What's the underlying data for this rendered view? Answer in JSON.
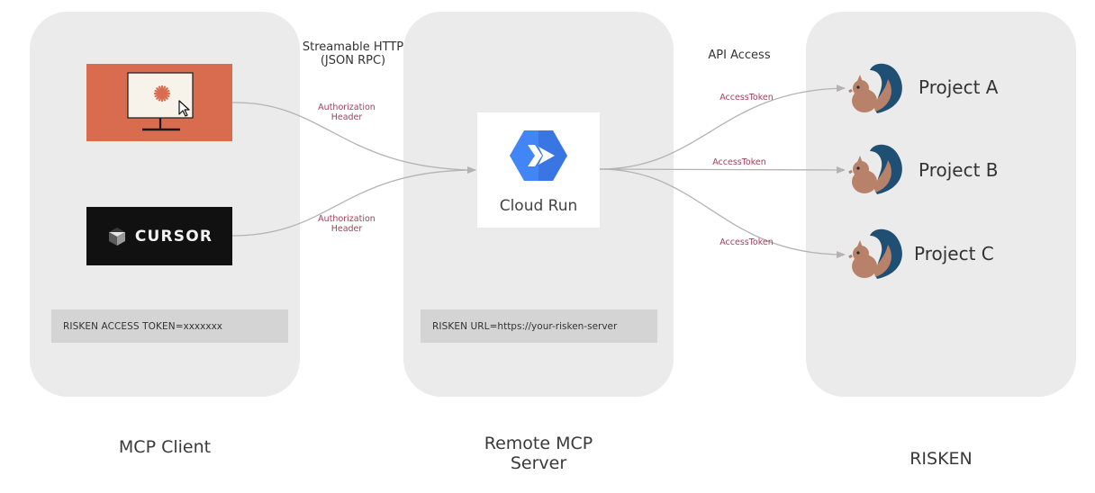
{
  "columns": {
    "client": {
      "caption": "MCP Client",
      "env": {
        "key": "RISKEN ACCESS TOKEN",
        "sep": "=",
        "value": "xxxxxxx"
      },
      "apps": [
        {
          "name": "Claude Desktop",
          "icon": "claude-desktop-icon"
        },
        {
          "name": "CURSOR",
          "icon": "cursor-logo-icon"
        }
      ]
    },
    "server": {
      "caption_line1": "Remote MCP",
      "caption_line2": "Server",
      "service": "Cloud Run",
      "env": {
        "key": "RISKEN URL",
        "sep": "=",
        "value": "https://your-risken-server"
      }
    },
    "risken": {
      "caption": "RISKEN",
      "projects": [
        "Project A",
        "Project B",
        "Project C"
      ]
    }
  },
  "labels": {
    "transport_line1": "Streamable HTTP",
    "transport_line2": "(JSON RPC)",
    "api_access": "API Access",
    "auth_line1": "Authorization",
    "auth_line2": "Header",
    "access_token": "AccessToken"
  },
  "colors": {
    "panel": "#ebebeb",
    "env_box": "#d4d4d4",
    "claude_bg": "#d96b4f",
    "cursor_bg": "#111111",
    "cloudrun_blue": "#4285f4",
    "edge_label": "#a0405a",
    "connector": "#b3b3b3",
    "squirrel_body": "#b8826a",
    "squirrel_tail": "#1f4f72"
  }
}
